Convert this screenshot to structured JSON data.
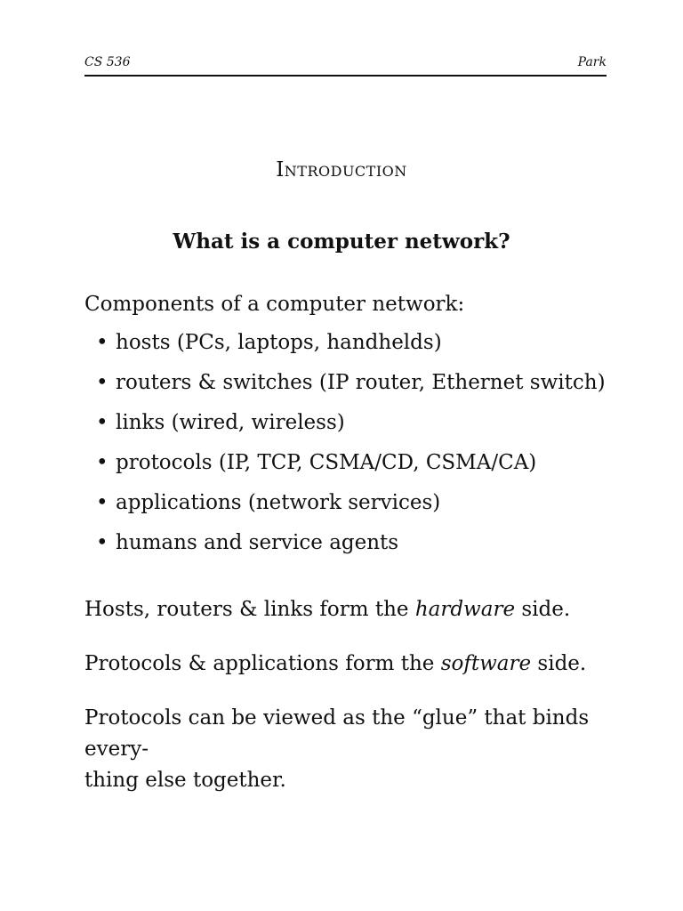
{
  "header": {
    "course": "CS 536",
    "author": "Park"
  },
  "title": "Introduction",
  "subtitle": "What is a computer network?",
  "intro": "Components of a computer network:",
  "bullets": [
    "hosts (PCs, laptops, handhelds)",
    "routers & switches (IP router, Ethernet switch)",
    "links (wired, wireless)",
    "protocols (IP, TCP, CSMA/CD, CSMA/CA)",
    "applications (network services)",
    "humans and service agents"
  ],
  "bullet_glyph": "•",
  "hardware_para": {
    "before": "Hosts, routers & links form the ",
    "emphasis": "hardware",
    "after": " side."
  },
  "software_para": {
    "before": "Protocols & applications form the ",
    "emphasis": "software",
    "after": " side."
  },
  "glue_para": {
    "line1": "Protocols can be viewed as the “glue” that binds every-",
    "line2": "thing else together."
  }
}
